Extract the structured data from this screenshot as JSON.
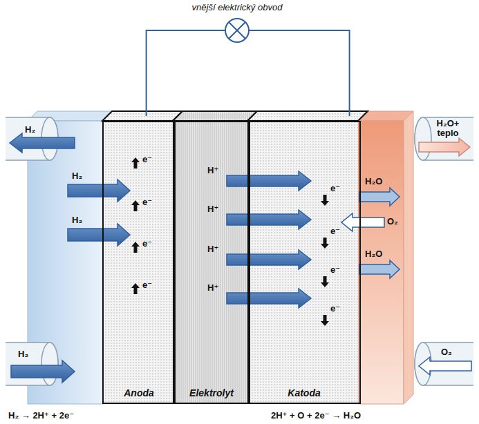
{
  "diagram": {
    "nodes": [
      {
        "text": [
          "Anoda"
        ]
      },
      {
        "text": [
          "Elektrolyt"
        ]
      },
      {
        "text": [
          "Katoda"
        ]
      }
    ],
    "edges": [
      {
        "from": 0,
        "to": 2,
        "arrow": "none"
      }
    ],
    "labels": [
      "vnější elektrický obvod",
      "H₂",
      "H₂",
      "H₂",
      "H₂",
      "e⁻",
      "e⁻",
      "e⁻",
      "e⁻",
      "H⁺",
      "H⁺",
      "H⁺",
      "H⁺",
      "e⁻",
      "e⁻",
      "e⁻",
      "e⁻",
      "H₂O",
      "O₂",
      "H₂O",
      "H₂O+ teplo",
      "O₂",
      "H₂ → 2H⁺ + 2e⁻",
      "2H⁺ + O + 2e⁻ → H₂O"
    ]
  }
}
